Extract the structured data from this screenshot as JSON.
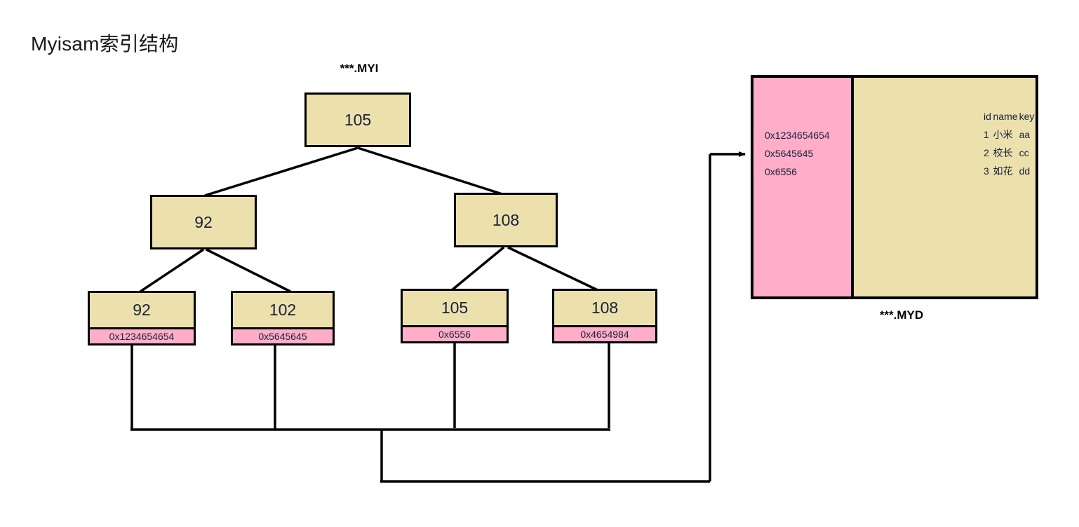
{
  "title": "Myisam索引结构",
  "labels": {
    "index_file": "***.MYI",
    "data_file": "***.MYD"
  },
  "colors": {
    "node_fill": "#ece0ad",
    "pointer_fill": "#ffadc8",
    "stroke": "#000000",
    "text": "#17223b",
    "background": "#ffffff"
  },
  "tree": {
    "root": {
      "key": "105"
    },
    "internal": [
      {
        "key": "92"
      },
      {
        "key": "108"
      }
    ],
    "leaves": [
      {
        "key": "92",
        "pointer": "0x1234654654"
      },
      {
        "key": "102",
        "pointer": "0x5645645"
      },
      {
        "key": "105",
        "pointer": "0x6556"
      },
      {
        "key": "108",
        "pointer": "0x4654984"
      }
    ]
  },
  "data_file": {
    "addresses": [
      "0x1234654654",
      "0x5645645",
      "0x6556"
    ],
    "table": {
      "headers": [
        "id",
        "name",
        "key"
      ],
      "rows": [
        [
          "1",
          "小米",
          "aa"
        ],
        [
          "2",
          "校长",
          "cc"
        ],
        [
          "3",
          "如花",
          "dd"
        ]
      ]
    }
  }
}
